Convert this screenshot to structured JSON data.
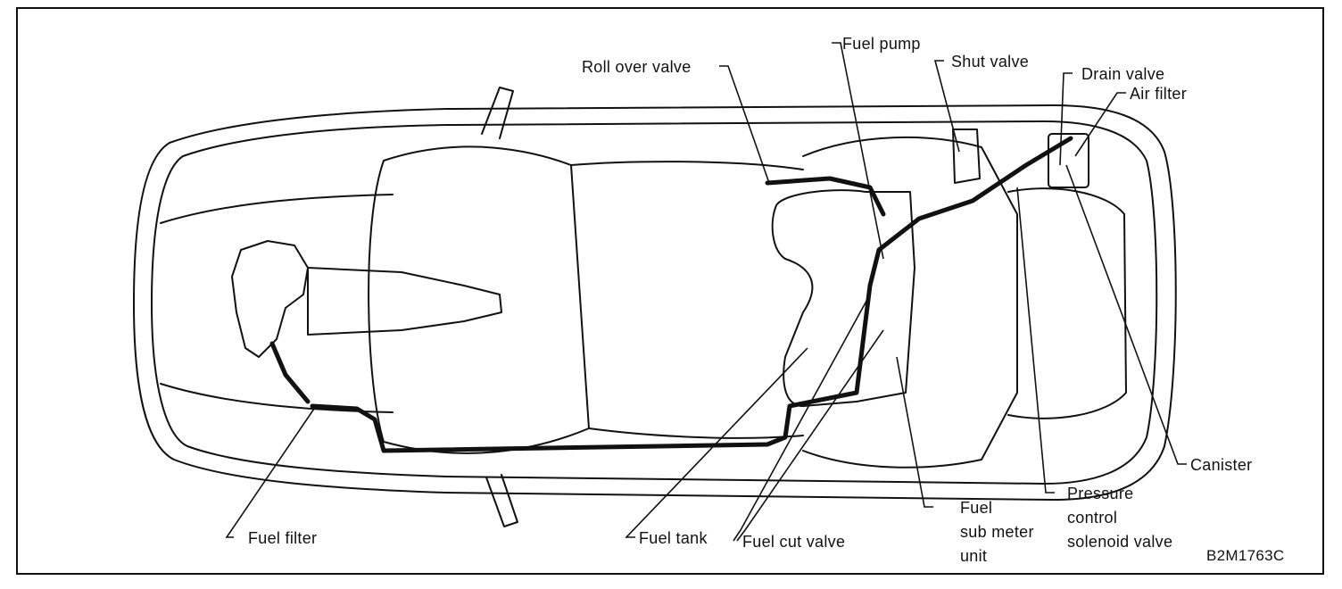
{
  "labels": {
    "fuel_pump": "Fuel pump",
    "shut_valve": "Shut valve",
    "drain_valve": "Drain valve",
    "air_filter": "Air filter",
    "roll_over_valve": "Roll over valve",
    "canister": "Canister",
    "pressure_control": "Pressure\ncontrol\nsolenoid valve",
    "fuel_sub_meter": "Fuel\nsub meter\nunit",
    "fuel_cut_valve": "Fuel cut valve",
    "fuel_tank": "Fuel tank",
    "fuel_filter": "Fuel filter"
  },
  "figure_code": "B2M1763C"
}
